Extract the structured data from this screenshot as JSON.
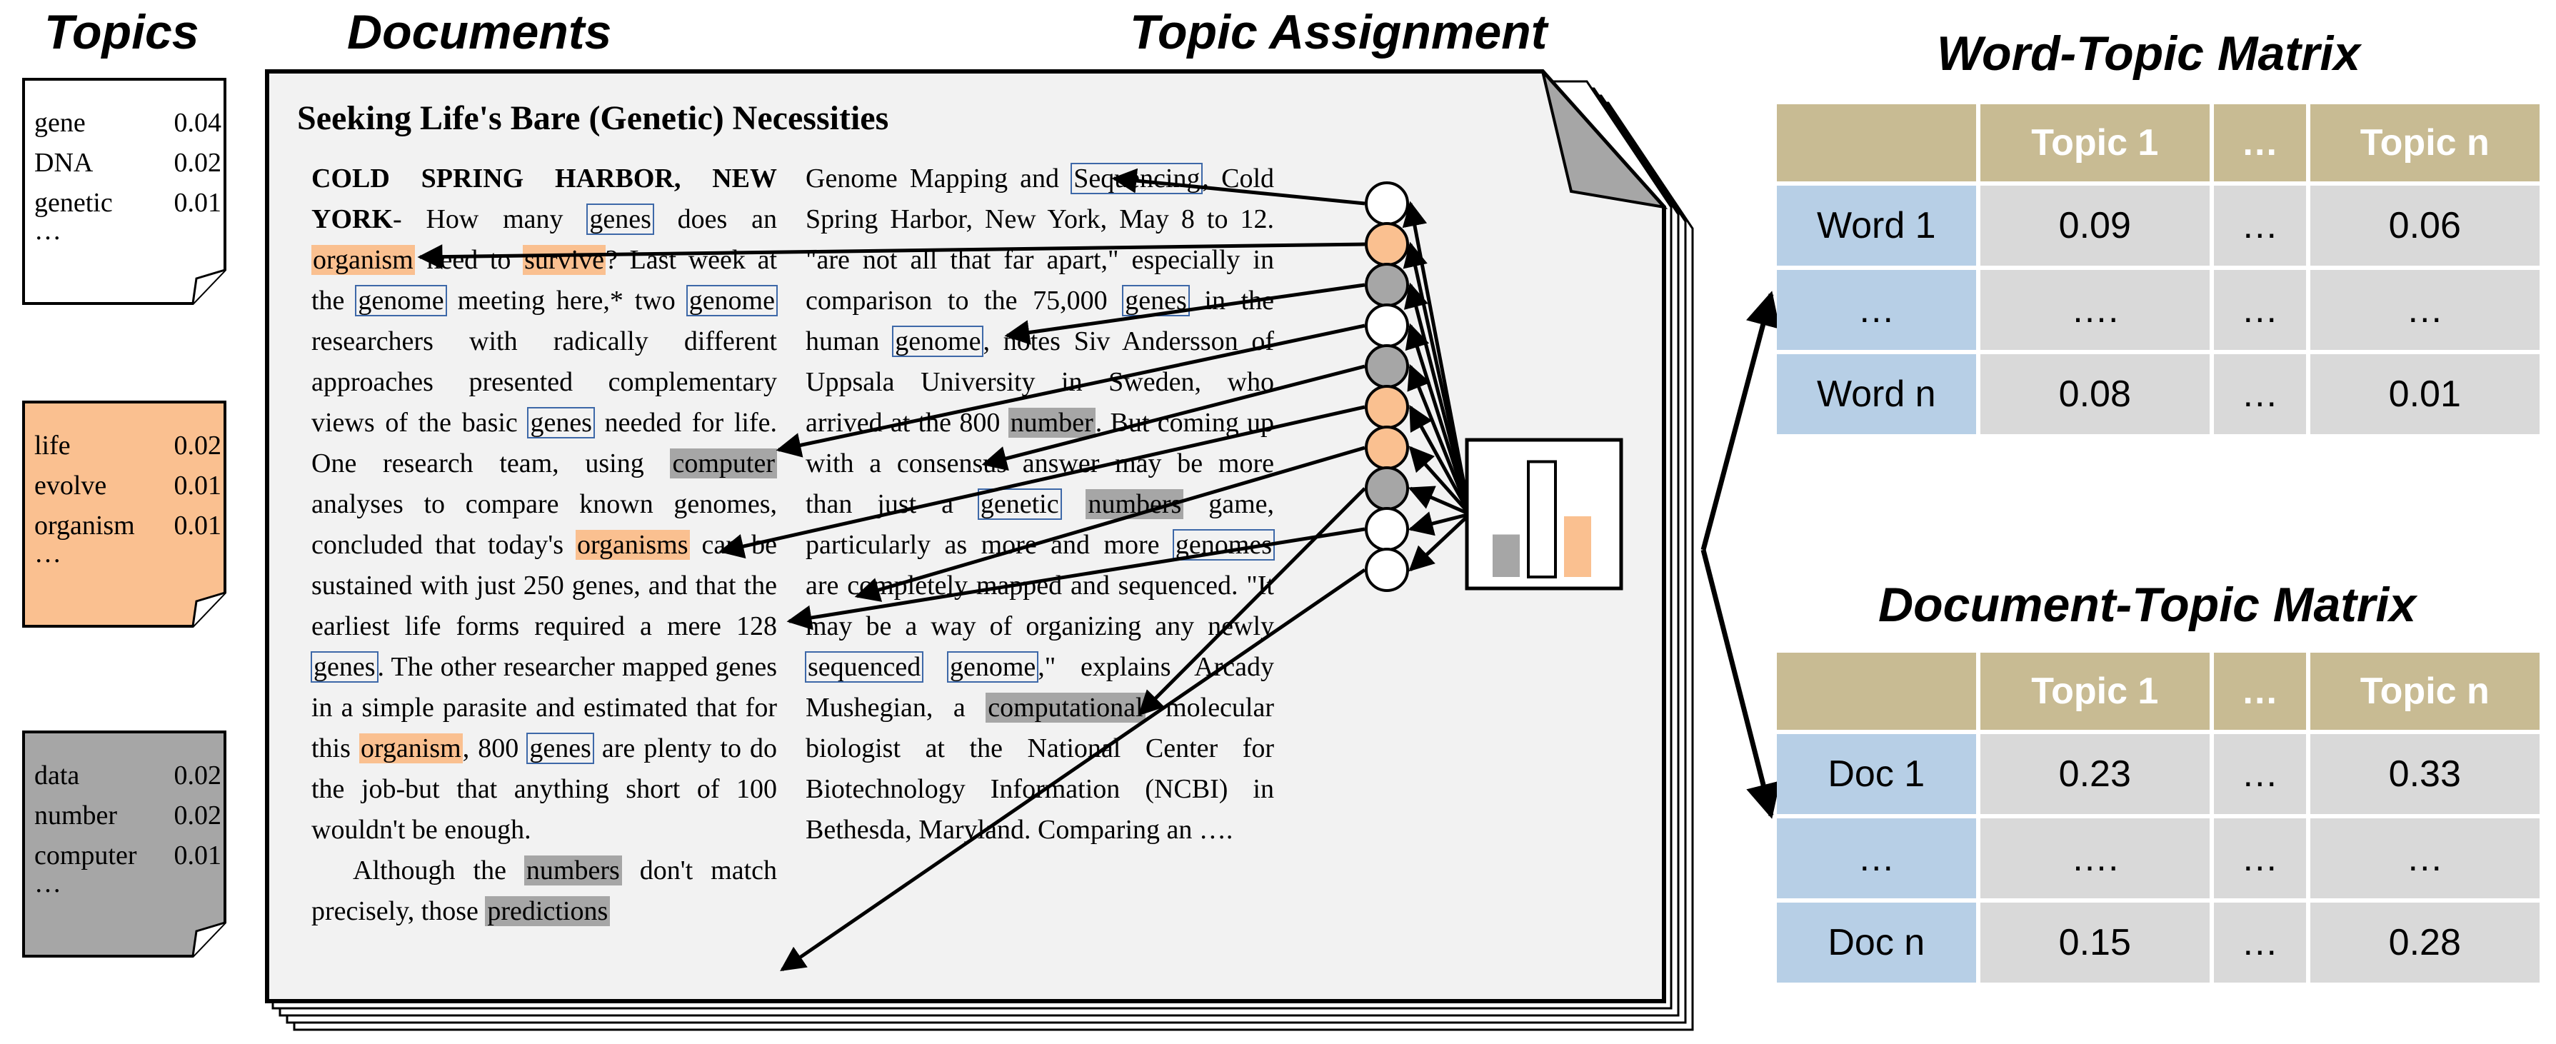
{
  "headings": {
    "topics": "Topics",
    "documents": "Documents",
    "topic_assignment": "Topic Assignment",
    "word_topic_matrix": "Word-Topic Matrix",
    "document_topic_matrix": "Document-Topic Matrix"
  },
  "colors": {
    "topic_genetics": "#ffffff",
    "topic_evolution": "#fac090",
    "topic_computation": "#a6a6a6",
    "matrix_header": "#c8bb93",
    "matrix_row_label": "#b7cfe6",
    "matrix_cell": "#d9d9d9",
    "word_box_outline": "#3d68a8"
  },
  "topics": [
    {
      "words": [
        {
          "w": "gene",
          "p": "0.04"
        },
        {
          "w": "DNA",
          "p": "0.02"
        },
        {
          "w": "genetic",
          "p": "0.01"
        }
      ],
      "more": "…"
    },
    {
      "words": [
        {
          "w": "life",
          "p": "0.02"
        },
        {
          "w": "evolve",
          "p": "0.01"
        },
        {
          "w": "organism",
          "p": "0.01"
        }
      ],
      "more": "…"
    },
    {
      "words": [
        {
          "w": "data",
          "p": "0.02"
        },
        {
          "w": "number",
          "p": "0.02"
        },
        {
          "w": "computer",
          "p": "0.01"
        }
      ],
      "more": "…"
    }
  ],
  "document": {
    "title": "Seeking Life's Bare (Genetic) Necessities",
    "col1": [
      {
        "t": "COLD SPRING HARBOR, NEW YORK",
        "s": "bold"
      },
      {
        "t": "- How many "
      },
      {
        "t": "genes",
        "s": "box"
      },
      {
        "t": " does an "
      },
      {
        "t": "organism",
        "s": "or"
      },
      {
        "t": " need to "
      },
      {
        "t": "survive",
        "s": "or"
      },
      {
        "t": "? Last week at the "
      },
      {
        "t": "genome",
        "s": "box"
      },
      {
        "t": " meeting here,* two "
      },
      {
        "t": "genome",
        "s": "box"
      },
      {
        "t": " researchers with radically different approaches presented complementary views of the basic "
      },
      {
        "t": "genes",
        "s": "box"
      },
      {
        "t": " needed for life. One research team, using "
      },
      {
        "t": "computer",
        "s": "gr"
      },
      {
        "t": " analyses to compare known genomes, concluded that today's "
      },
      {
        "t": "organisms",
        "s": "or"
      },
      {
        "t": " can be sustained with just 250 genes, and that the earliest life forms required a mere 128 "
      },
      {
        "t": "genes",
        "s": "box"
      },
      {
        "t": ". The other researcher mapped genes in a simple parasite and estimated that for this "
      },
      {
        "t": "organism",
        "s": "or"
      },
      {
        "t": ", 800 "
      },
      {
        "t": "genes",
        "s": "box"
      },
      {
        "t": " are plenty to do the job-but that anything short of 100 wouldn't be enough."
      }
    ],
    "col1_tail": [
      {
        "t": "Although the "
      },
      {
        "t": "numbers",
        "s": "gr"
      },
      {
        "t": " don't match precisely, those "
      },
      {
        "t": "predictions",
        "s": "gr"
      }
    ],
    "col2": [
      {
        "t": "Genome Mapping and "
      },
      {
        "t": "Sequencing",
        "s": "box"
      },
      {
        "t": ", Cold Spring Harbor, New York, May 8 to 12. \"are not all that far apart,\" especially in comparison to the 75,000 "
      },
      {
        "t": "genes",
        "s": "box"
      },
      {
        "t": " in the human "
      },
      {
        "t": "genome",
        "s": "box"
      },
      {
        "t": ", notes Siv Andersson of Uppsala University in Sweden, who arrived at the 800 "
      },
      {
        "t": "number",
        "s": "gr"
      },
      {
        "t": ". But coming up with a consensus answer may be more than just a "
      },
      {
        "t": "genetic",
        "s": "box"
      },
      {
        "t": " "
      },
      {
        "t": "numbers",
        "s": "gr"
      },
      {
        "t": " game, particularly as more and more "
      },
      {
        "t": "genomes",
        "s": "box"
      },
      {
        "t": " are completely mapped and sequenced. \"It may be a way of organizing any newly "
      },
      {
        "t": "sequenced",
        "s": "box"
      },
      {
        "t": " "
      },
      {
        "t": "genome",
        "s": "box"
      },
      {
        "t": ",\" explains Arcady Mushegian, a "
      },
      {
        "t": "computational",
        "s": "gr"
      },
      {
        "t": " molecular biologist at the National Center for Biotechnology Information (NCBI) in Bethesda, Maryland. Comparing an …."
      }
    ]
  },
  "assignment_circles": [
    "white",
    "orange",
    "gray",
    "white",
    "gray",
    "orange",
    "orange",
    "gray",
    "white",
    "white"
  ],
  "histogram_bars": [
    {
      "level": 0.35,
      "fill": "gray"
    },
    {
      "level": 0.95,
      "fill": "white"
    },
    {
      "level": 0.5,
      "fill": "orange"
    }
  ],
  "word_topic_matrix": {
    "columns": [
      "Topic 1",
      "…",
      "Topic n"
    ],
    "rows": [
      {
        "label": "Word 1",
        "cells": [
          "0.09",
          "…",
          "0.06"
        ]
      },
      {
        "label": "…",
        "cells": [
          "….",
          "…",
          "…"
        ]
      },
      {
        "label": "Word n",
        "cells": [
          "0.08",
          "…",
          "0.01"
        ]
      }
    ]
  },
  "document_topic_matrix": {
    "columns": [
      "Topic 1",
      "…",
      "Topic n"
    ],
    "rows": [
      {
        "label": "Doc 1",
        "cells": [
          "0.23",
          "…",
          "0.33"
        ]
      },
      {
        "label": "…",
        "cells": [
          "….",
          "…",
          "…"
        ]
      },
      {
        "label": "Doc n",
        "cells": [
          "0.15",
          "…",
          "0.28"
        ]
      }
    ]
  }
}
